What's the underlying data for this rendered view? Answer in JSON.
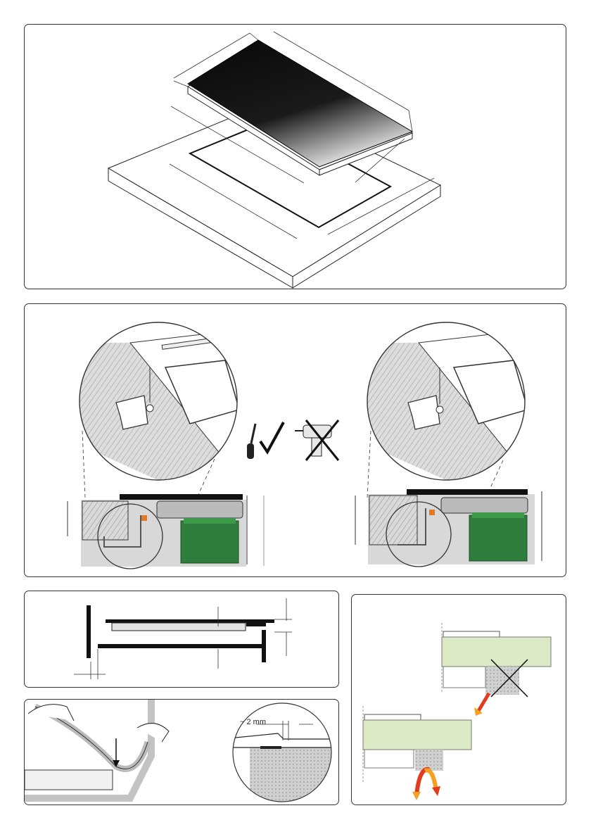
{
  "panels": {
    "top": {
      "name": "hob-cutout-diagram"
    },
    "middle": {
      "name": "bracket-fixing-diagram"
    },
    "bottom_left_top": {
      "name": "ventilation-gap-diagram"
    },
    "bottom_left_bottom": {
      "name": "seal-application-diagram"
    },
    "bottom_right": {
      "name": "heat-protection-diagram"
    }
  },
  "labels": {
    "gap": "~ 2 mm"
  },
  "icons": {
    "ok": "screwdriver-check-icon",
    "not_ok": "power-drill-crossed-icon"
  },
  "colors": {
    "hob_dark": "#111111",
    "unit_green": "#2f7d3c",
    "worktop_green": "#dce9c5",
    "warning_red": "#e23b1e",
    "warning_orange": "#f5a020"
  }
}
